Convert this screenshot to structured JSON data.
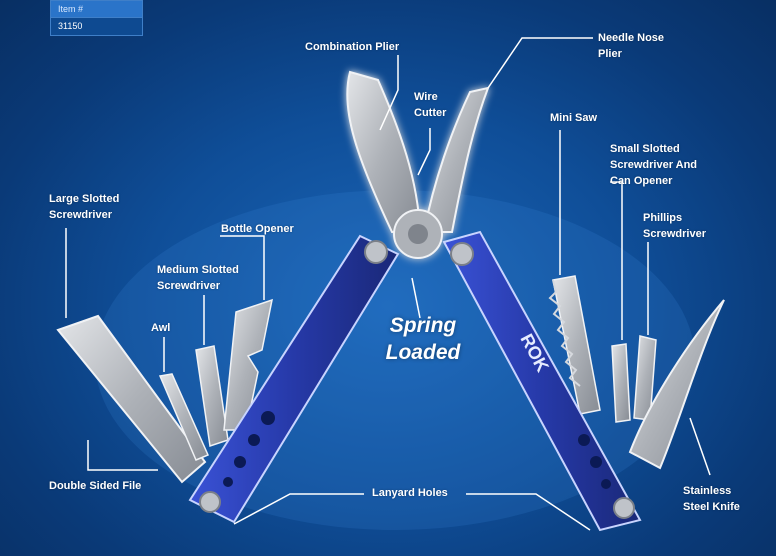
{
  "item_table": {
    "header": "Item #",
    "value": "31150"
  },
  "callouts": {
    "combination_plier": "Combination Plier",
    "wire_cutter": "Wire\nCutter",
    "needle_nose_plier": "Needle Nose\nPlier",
    "mini_saw": "Mini Saw",
    "small_slotted": "Small Slotted\nScrewdriver And\nCan Opener",
    "phillips": "Phillips\nScrewdriver",
    "large_slotted": "Large Slotted\nScrewdriver",
    "bottle_opener": "Bottle Opener",
    "medium_slotted": "Medium Slotted\nScrewdriver",
    "awl": "Awl",
    "double_sided_file": "Double Sided File",
    "lanyard_holes": "Lanyard Holes",
    "stainless_knife": "Stainless\nSteel Knife"
  },
  "feature_text": "Spring\nLoaded",
  "brand_logo": "ROK",
  "colors": {
    "background": "#0f4e98",
    "handle_blue": "#2b3fb8",
    "steel": "#b9bcc2",
    "label_text": "#ffffff"
  }
}
